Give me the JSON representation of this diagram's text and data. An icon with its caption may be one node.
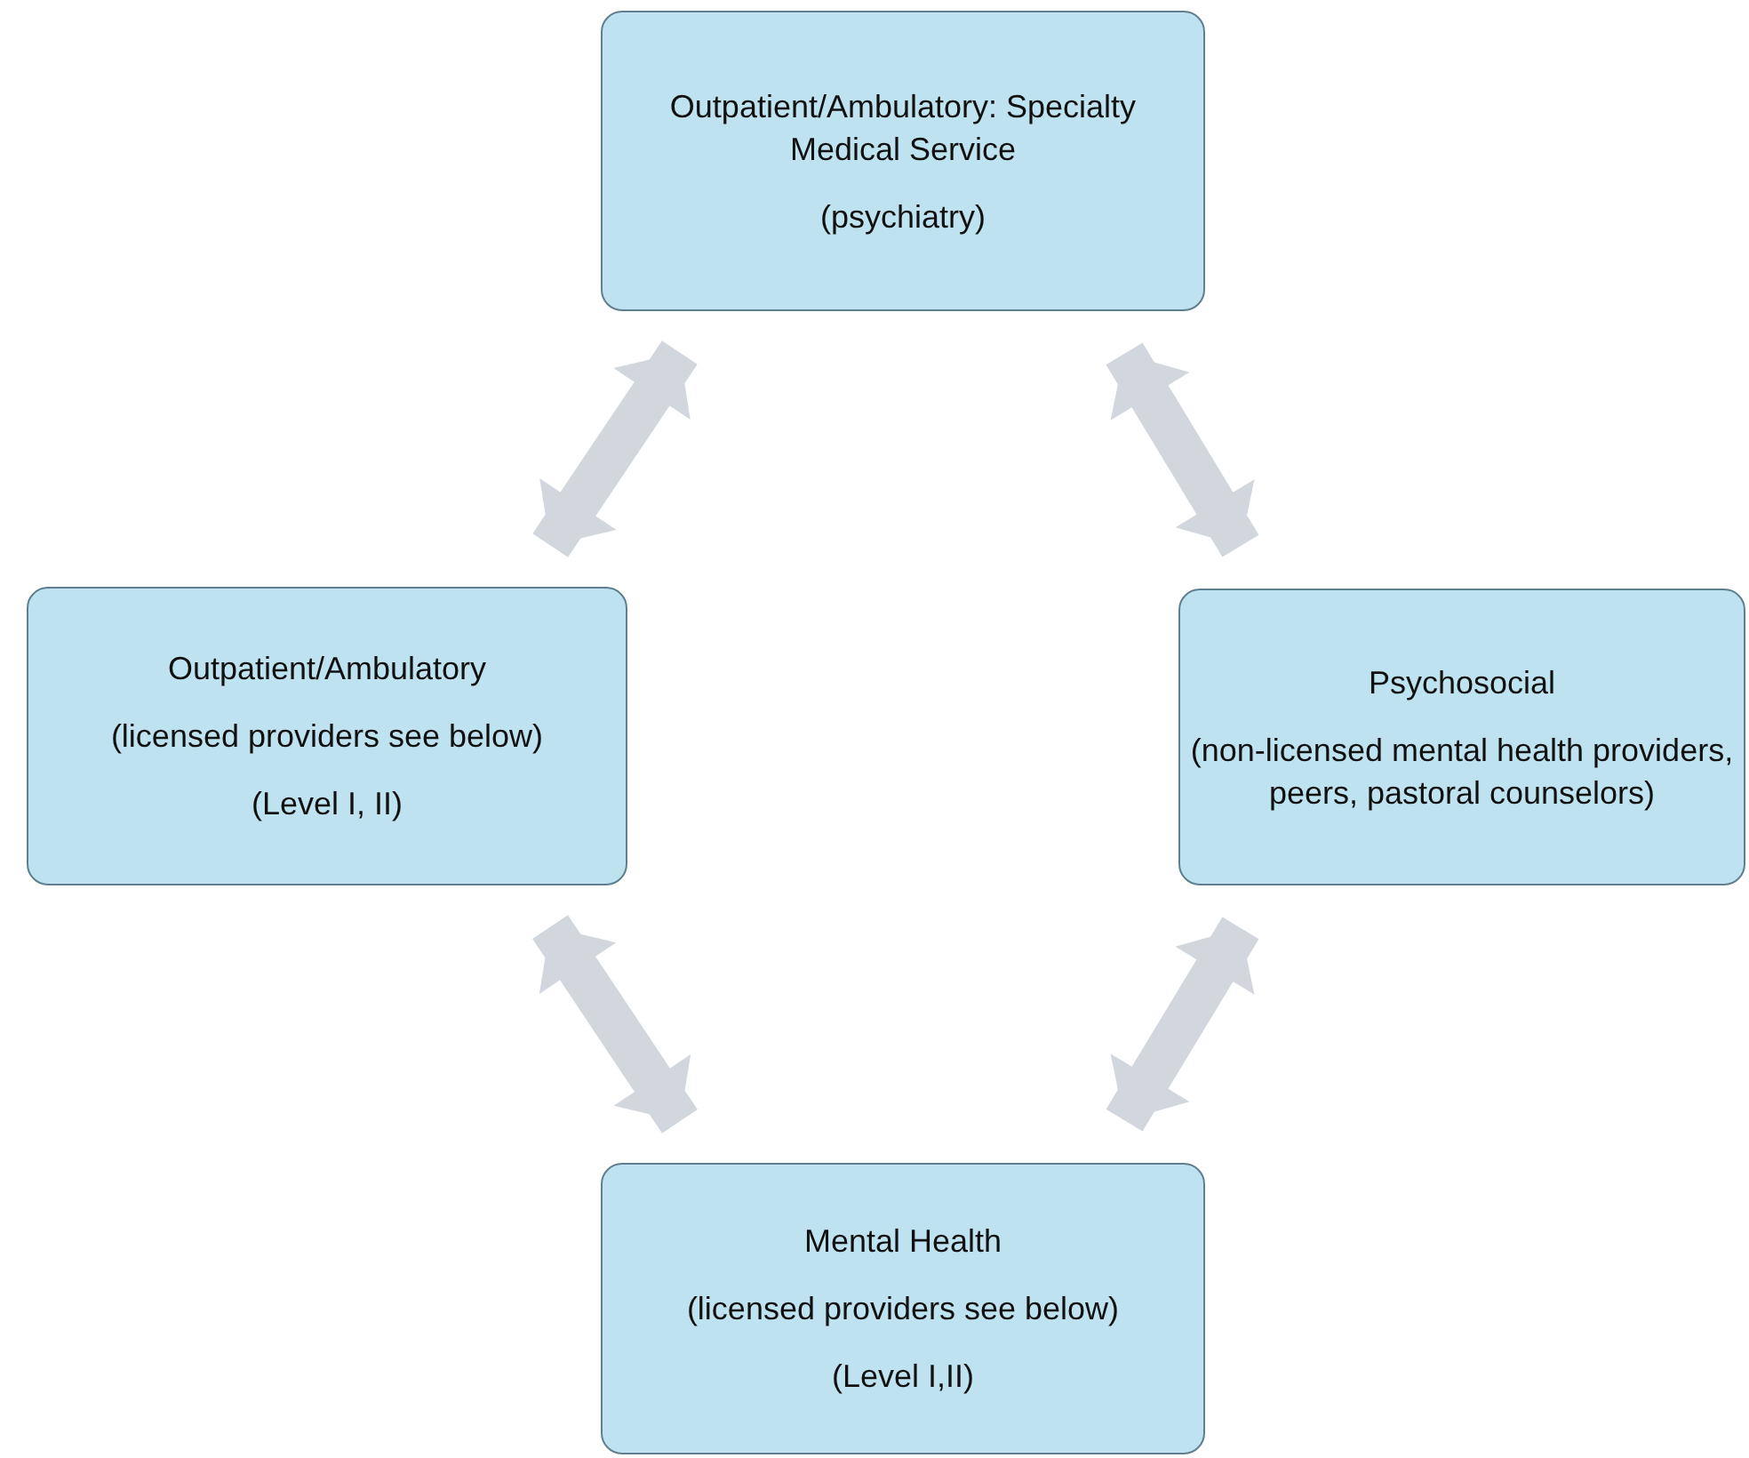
{
  "diagram": {
    "nodes": [
      {
        "text": [
          "Outpatient/Ambulatory: Specialty Medical Service",
          "(psychiatry)"
        ]
      },
      {
        "text": [
          "Outpatient/Ambulatory",
          "(licensed providers see below)",
          "(Level I, II)"
        ]
      },
      {
        "text": [
          "Psychosocial",
          "(non-licensed mental health providers, peers, pastoral counselors)"
        ]
      },
      {
        "text": [
          "Mental Health",
          "(licensed providers see below)",
          "(Level I,II)"
        ]
      }
    ],
    "edges": [
      {
        "from": 0,
        "to": 1,
        "arrow": "both"
      },
      {
        "from": 0,
        "to": 2,
        "arrow": "both"
      },
      {
        "from": 1,
        "to": 3,
        "arrow": "both"
      },
      {
        "from": 2,
        "to": 3,
        "arrow": "both"
      }
    ]
  }
}
